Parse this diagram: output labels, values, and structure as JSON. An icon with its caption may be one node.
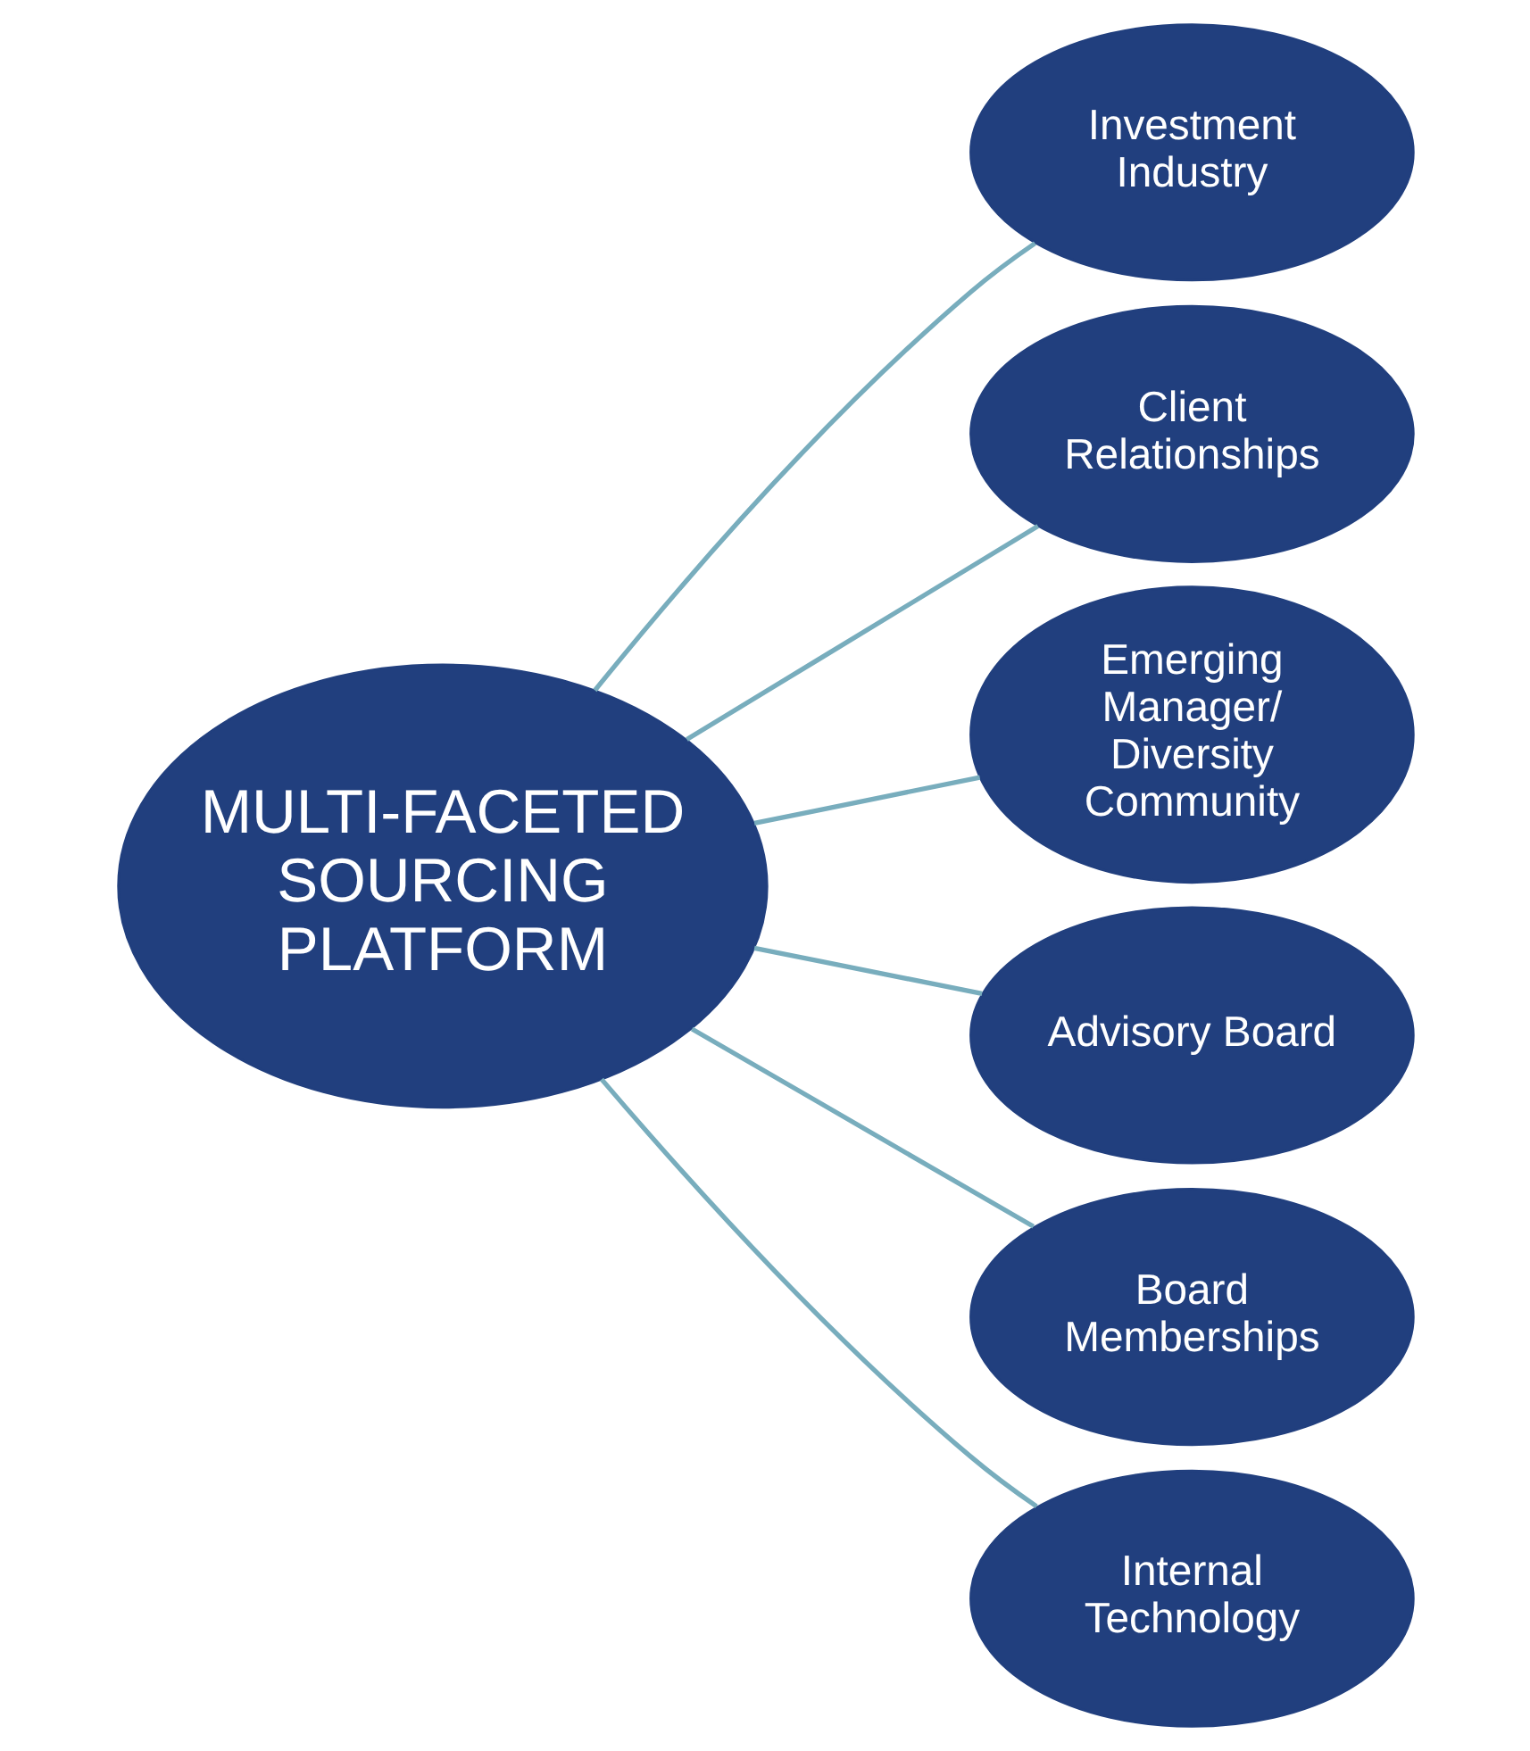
{
  "diagram": {
    "nodes": [
      {
        "text": [
          "MULTI-FACETED SOURCING PLATFORM"
        ]
      },
      {
        "text": [
          "Investment Industry"
        ]
      },
      {
        "text": [
          "Client Relationships"
        ]
      },
      {
        "text": [
          "Emerging Manager/ Diversity Community"
        ]
      },
      {
        "text": [
          "Advisory Board"
        ]
      },
      {
        "text": [
          "Board Memberships"
        ]
      },
      {
        "text": [
          "Internal Technology"
        ]
      }
    ],
    "edges": [
      {
        "from": 0,
        "to": 1,
        "arrow": "none"
      },
      {
        "from": 0,
        "to": 2,
        "arrow": "none"
      },
      {
        "from": 0,
        "to": 3,
        "arrow": "none"
      },
      {
        "from": 0,
        "to": 4,
        "arrow": "none"
      },
      {
        "from": 0,
        "to": 5,
        "arrow": "none"
      },
      {
        "from": 0,
        "to": 6,
        "arrow": "none"
      }
    ]
  }
}
